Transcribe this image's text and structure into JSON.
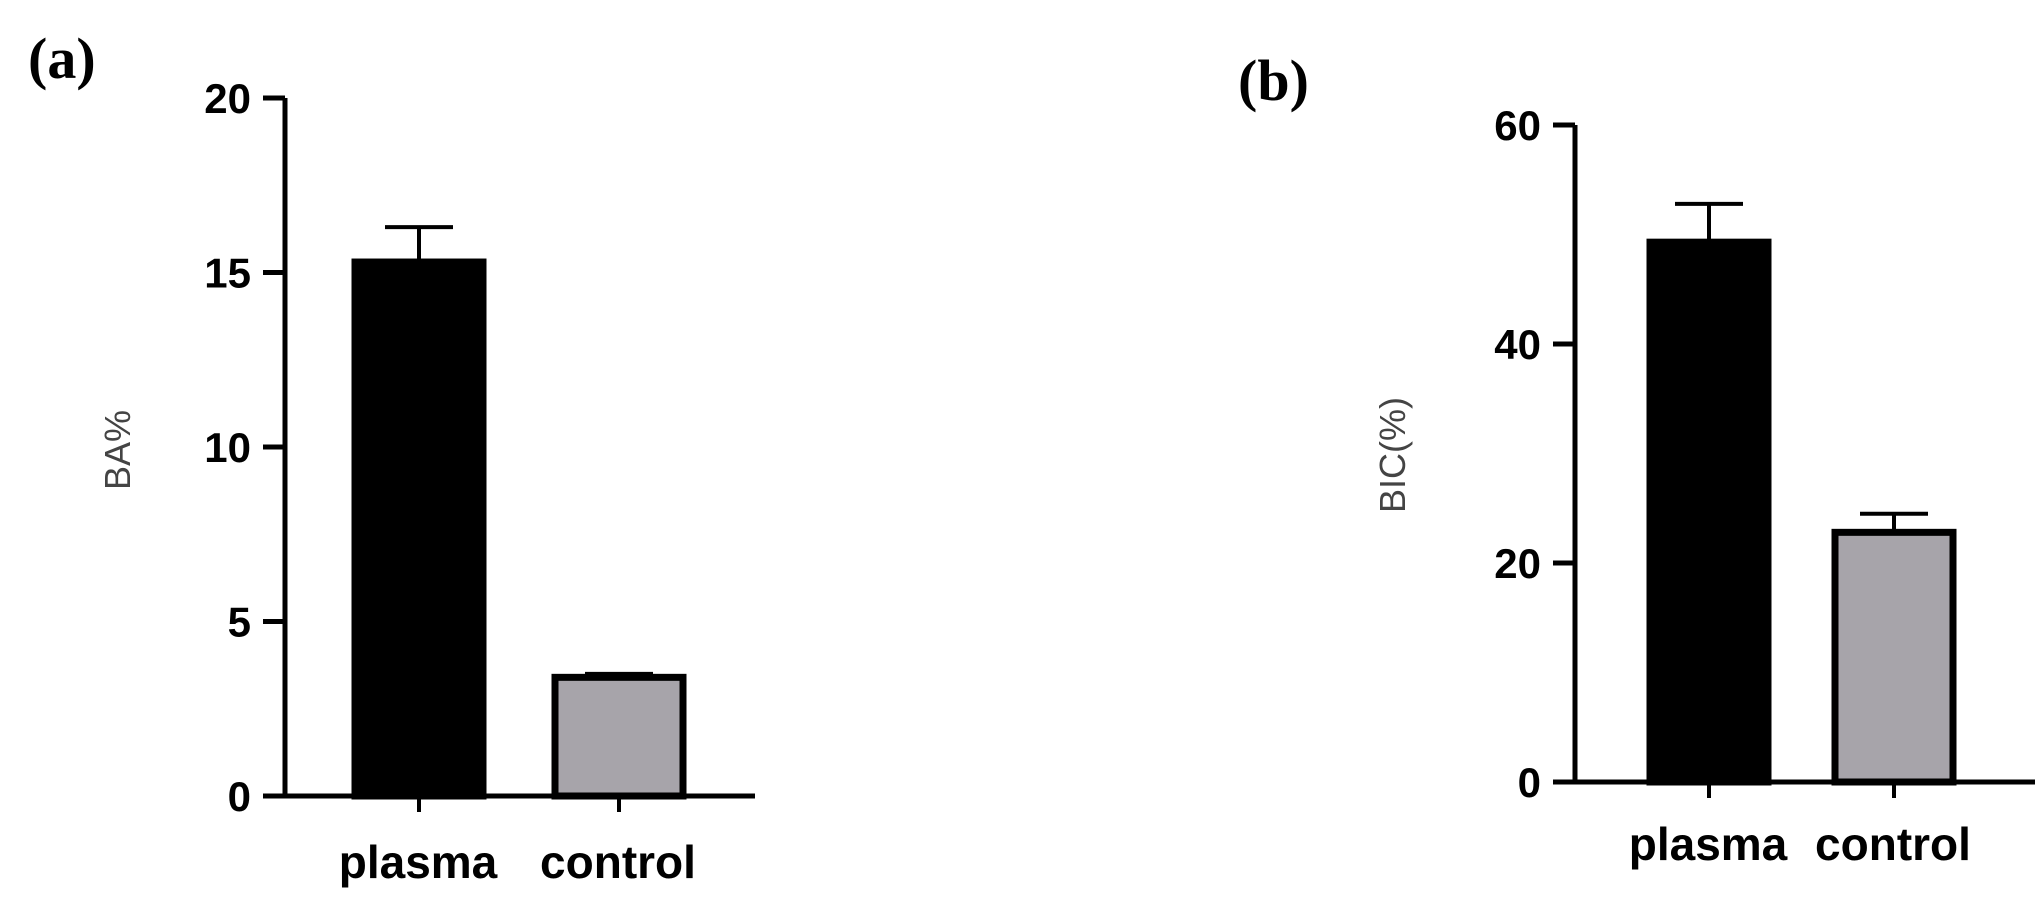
{
  "chart_data": [
    {
      "type": "bar",
      "panel": "(a)",
      "categories": [
        "plasma",
        "control"
      ],
      "values": [
        15.3,
        3.4
      ],
      "errors": [
        1.0,
        0.1
      ],
      "ylabel": "BA%",
      "ylim": [
        0,
        20
      ],
      "yticks": [
        0,
        5,
        10,
        15,
        20
      ],
      "bar_colors": [
        "#000000",
        "#a7a4aa"
      ],
      "grid": false
    },
    {
      "type": "bar",
      "panel": "(b)",
      "categories": [
        "plasma",
        "control"
      ],
      "values": [
        49.3,
        22.8
      ],
      "errors": [
        3.5,
        1.7
      ],
      "ylabel": "BIC(%)",
      "ylim": [
        0,
        60
      ],
      "yticks": [
        0,
        20,
        40,
        60
      ],
      "bar_colors": [
        "#000000",
        "#a7a4aa"
      ],
      "grid": false
    }
  ]
}
